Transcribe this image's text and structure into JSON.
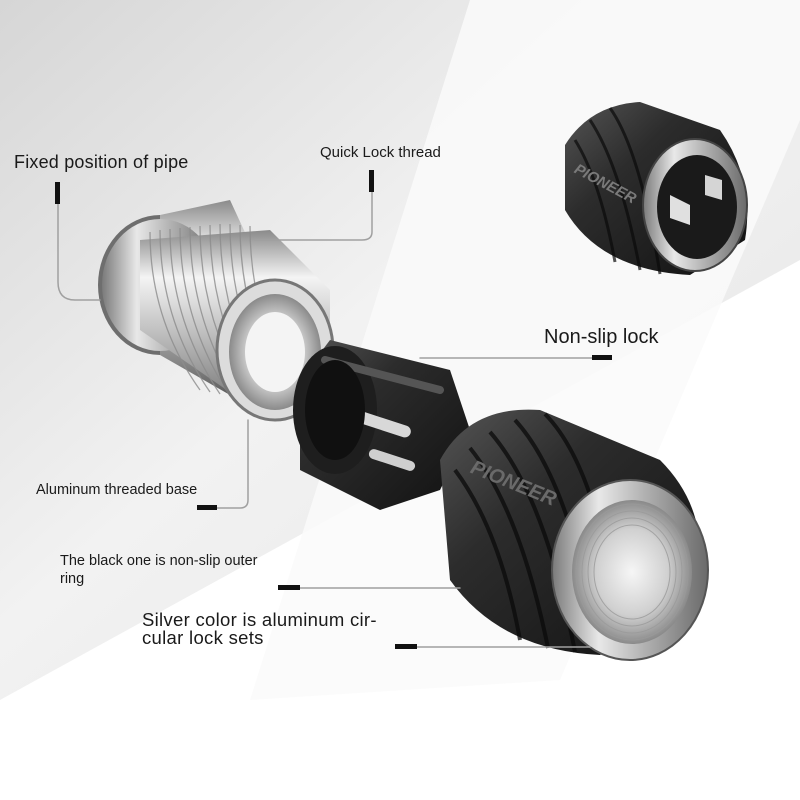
{
  "labels": {
    "fixed_position": "Fixed position of pipe",
    "quick_lock": "Quick Lock thread",
    "non_slip_lock": "Non-slip lock",
    "aluminum_base": "Aluminum threaded base",
    "black_ring_line1": "The black one is non-slip outer",
    "black_ring_line2": "ring",
    "silver_line1": "Silver color is aluminum cir-",
    "silver_line2": "cular lock sets"
  },
  "brand": {
    "logo_text": "PIONEER"
  },
  "colors": {
    "background": "#ffffff",
    "rubber_black": "#222222",
    "aluminum_silver": "#c8c8c8",
    "leader_line": "#999999"
  }
}
